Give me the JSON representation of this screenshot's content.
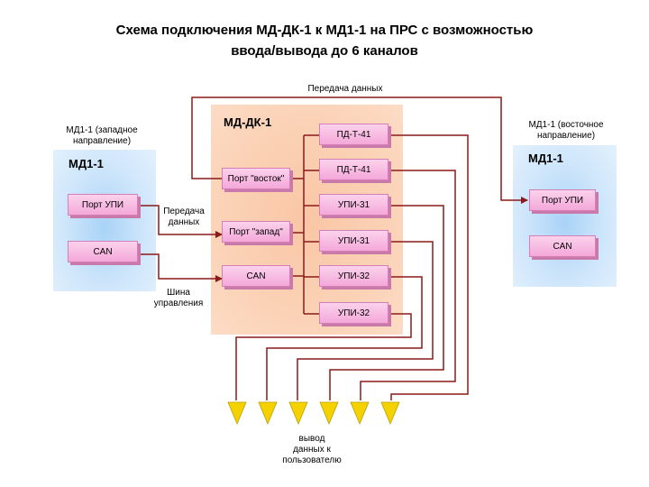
{
  "title": {
    "line1": "Схема подключения МД-ДК-1 к МД1-1 на ПРС с возможностью",
    "line2": "ввода/вывода до 6 каналов"
  },
  "labels": {
    "top_data": "Передача данных",
    "mid_data_line1": "Передача",
    "mid_data_line2": "данных",
    "bus_line1": "Шина",
    "bus_line2": "управления",
    "output_line1": "вывод",
    "output_line2": "данных к",
    "output_line3": "пользователю"
  },
  "west": {
    "caption_line1": "МД1-1 (западное",
    "caption_line2": "направление)",
    "title": "МД1-1",
    "port_upi": "Порт УПИ",
    "can": "CAN"
  },
  "east": {
    "caption_line1": "МД1-1 (восточное",
    "caption_line2": "направление)",
    "title": "МД1-1",
    "port_upi": "Порт УПИ",
    "can": "CAN"
  },
  "center": {
    "title": "МД-ДК-1",
    "port_east": "Порт \"восток\"",
    "port_west": "Порт \"запад\"",
    "can": "CAN",
    "modules": [
      "ПД-Т-41",
      "ПД-Т-41",
      "УПИ-31",
      "УПИ-31",
      "УПИ-32",
      "УПИ-32"
    ]
  },
  "colors": {
    "line": "#8b1a1a",
    "block": "#f4a8d9",
    "center_panel": "#fbd2b6",
    "side_panel": "#cfe6fb",
    "output_triangle": "#f5d100"
  }
}
